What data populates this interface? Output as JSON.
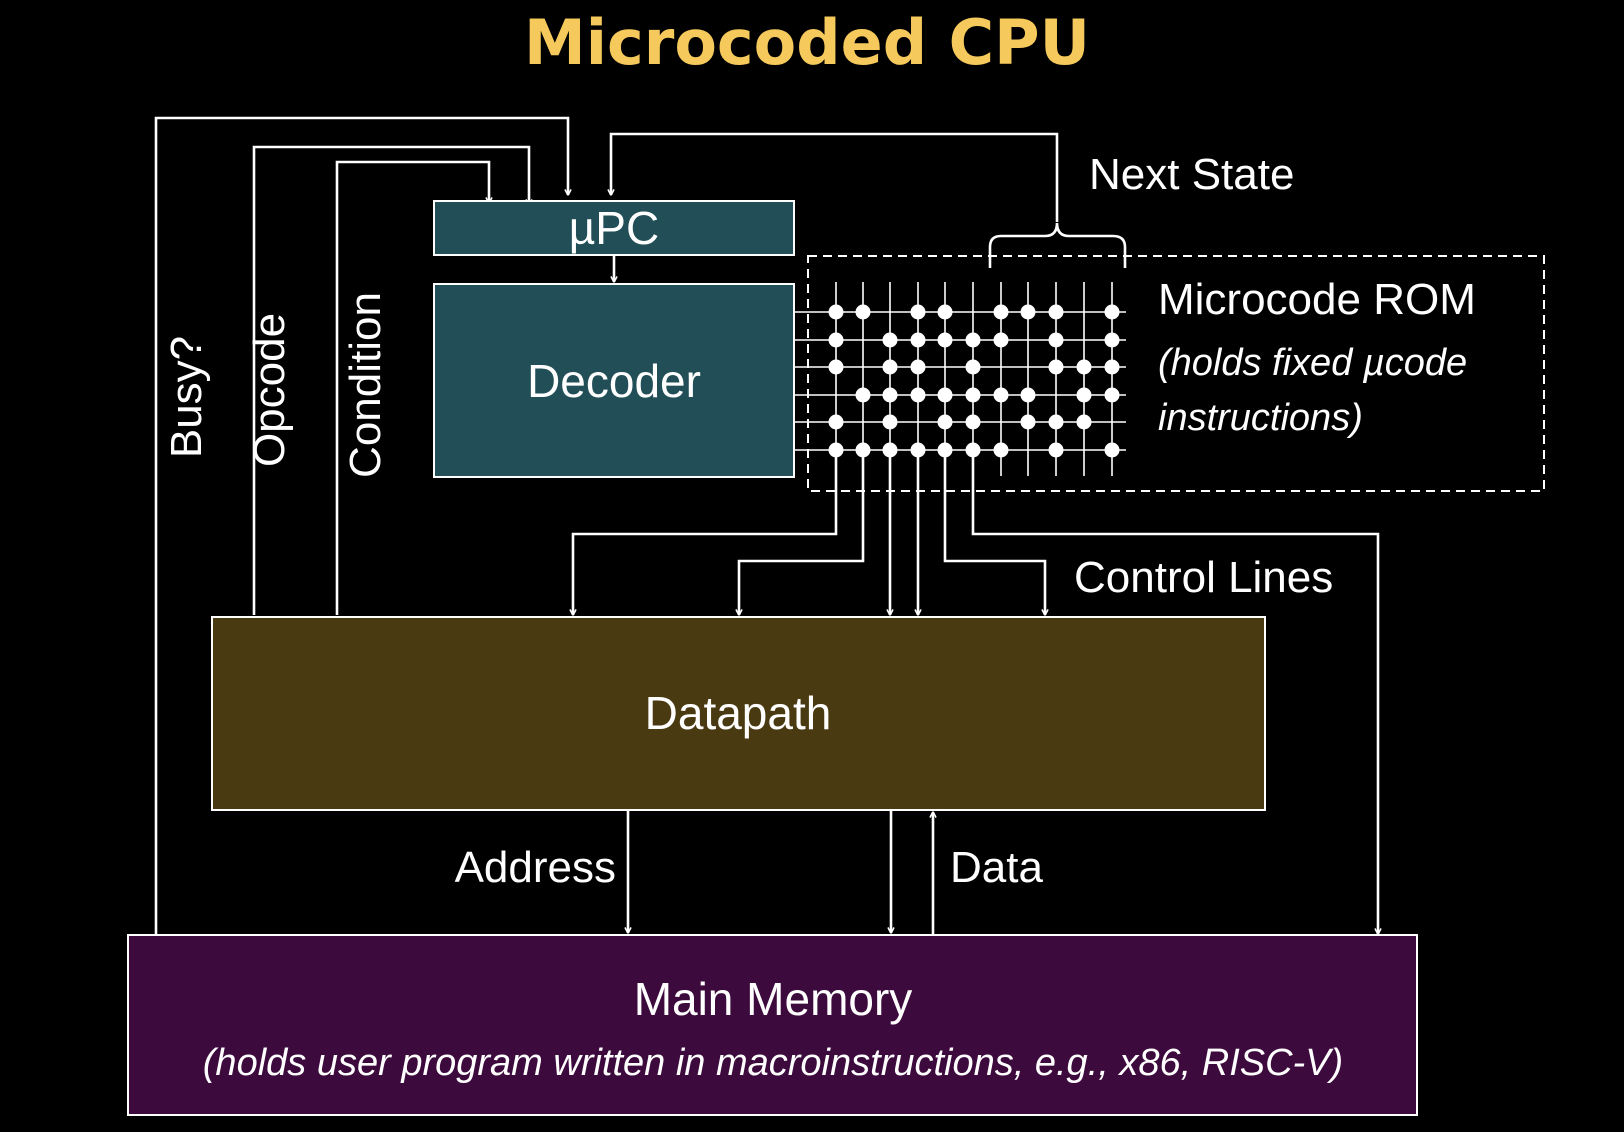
{
  "title": "Microcoded CPU",
  "colors": {
    "background": "#000000",
    "title": "#f5c95b",
    "decoder_fill": "#224f57",
    "upc_fill": "#224f57",
    "datapath_fill": "#4a3a12",
    "memory_fill": "#3c0a3c",
    "line": "#ffffff"
  },
  "blocks": {
    "upc": "µPC",
    "decoder": "Decoder",
    "datapath": "Datapath",
    "memory_title": "Main Memory",
    "memory_subtitle": "(holds user program written in macroinstructions, e.g., x86, RISC-V)"
  },
  "rom": {
    "title": "Microcode ROM",
    "subtitle_line1": "(holds fixed µcode",
    "subtitle_line2": "instructions)"
  },
  "labels": {
    "busy": "Busy?",
    "opcode": "Opcode",
    "condition": "Condition",
    "next_state": "Next State",
    "control_lines": "Control Lines",
    "address": "Address",
    "data": "Data"
  }
}
